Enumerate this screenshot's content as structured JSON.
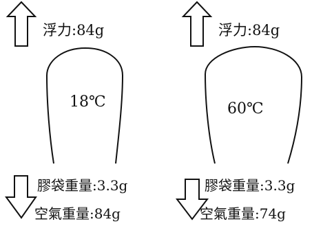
{
  "panels": [
    {
      "buoyancy": "浮力:84g",
      "temperature": "18℃",
      "bag_weight": "膠袋重量:3.3g",
      "air_weight": "空氣重量:84g"
    },
    {
      "buoyancy": "浮力:84g",
      "temperature": "60℃",
      "bag_weight": "膠袋重量:3.3g",
      "air_weight": "空氣重量:74g"
    }
  ],
  "icons": {
    "up_arrow": "up-arrow-icon",
    "down_arrow": "down-arrow-icon"
  },
  "colors": {
    "stroke": "#111111",
    "background": "#ffffff"
  }
}
